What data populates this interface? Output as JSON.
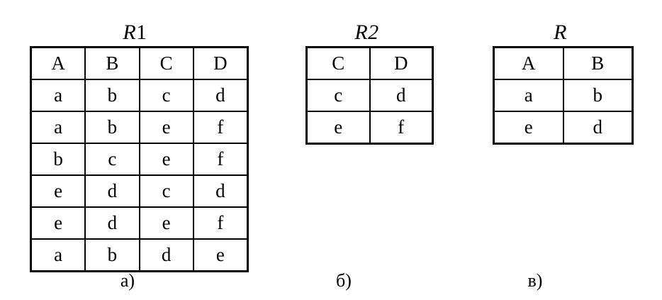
{
  "figure": {
    "background_color": "#ffffff",
    "text_color": "#000000",
    "border_color": "#000000",
    "groups": [
      {
        "id": "r1",
        "title_italic": "R",
        "title_upright": "1",
        "caption": "а)",
        "columns": [
          "A",
          "B",
          "C",
          "D"
        ],
        "rows": [
          [
            "a",
            "b",
            "c",
            "d"
          ],
          [
            "a",
            "b",
            "e",
            "f"
          ],
          [
            "b",
            "c",
            "e",
            "f"
          ],
          [
            "e",
            "d",
            "c",
            "d"
          ],
          [
            "e",
            "d",
            "e",
            "f"
          ],
          [
            "a",
            "b",
            "d",
            "e"
          ]
        ]
      },
      {
        "id": "r2",
        "title_italic": "R2",
        "title_upright": "",
        "caption": "б)",
        "columns": [
          "C",
          "D"
        ],
        "rows": [
          [
            "c",
            "d"
          ],
          [
            "e",
            "f"
          ]
        ]
      },
      {
        "id": "r",
        "title_italic": "R",
        "title_upright": "",
        "caption": "в)",
        "columns": [
          "A",
          "B"
        ],
        "rows": [
          [
            "a",
            "b"
          ],
          [
            "e",
            "d"
          ]
        ]
      }
    ]
  },
  "tables": {
    "r1": {
      "title_italic": "R",
      "title_upright": "1",
      "caption": "а)",
      "header": {
        "c0": "A",
        "c1": "B",
        "c2": "C",
        "c3": "D"
      },
      "row0": {
        "c0": "a",
        "c1": "b",
        "c2": "c",
        "c3": "d"
      },
      "row1": {
        "c0": "a",
        "c1": "b",
        "c2": "e",
        "c3": "f"
      },
      "row2": {
        "c0": "b",
        "c1": "c",
        "c2": "e",
        "c3": "f"
      },
      "row3": {
        "c0": "e",
        "c1": "d",
        "c2": "c",
        "c3": "d"
      },
      "row4": {
        "c0": "e",
        "c1": "d",
        "c2": "e",
        "c3": "f"
      },
      "row5": {
        "c0": "a",
        "c1": "b",
        "c2": "d",
        "c3": "e"
      }
    },
    "r2": {
      "title_italic": "R2",
      "title_upright": "",
      "caption": "б)",
      "header": {
        "c0": "C",
        "c1": "D"
      },
      "row0": {
        "c0": "c",
        "c1": "d"
      },
      "row1": {
        "c0": "e",
        "c1": "f"
      }
    },
    "r": {
      "title_italic": "R",
      "title_upright": "",
      "caption": "в)",
      "header": {
        "c0": "A",
        "c1": "B"
      },
      "row0": {
        "c0": "a",
        "c1": "b"
      },
      "row1": {
        "c0": "e",
        "c1": "d"
      }
    }
  }
}
